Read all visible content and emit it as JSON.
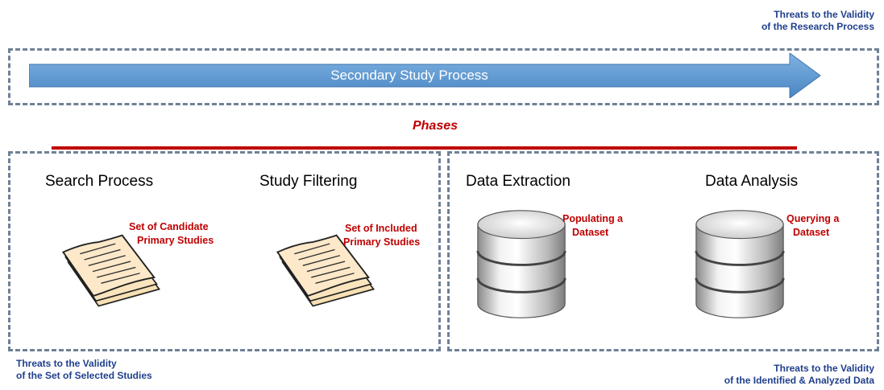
{
  "research_process_threats": {
    "line1": "Threats to the Validity",
    "line2": "of  the Research Process"
  },
  "process_arrow": {
    "label": "Secondary Study Process",
    "color": "#5b9bd5"
  },
  "phases": {
    "label": "Phases",
    "line_color": "#c00000"
  },
  "left_group": {
    "phases": [
      {
        "title": "Search Process",
        "artifact_line1": "Set of Candidate",
        "artifact_line2": "Primary Studies",
        "icon": "document-stack-icon"
      },
      {
        "title": "Study Filtering",
        "artifact_line1": "Set of Included",
        "artifact_line2": "Primary Studies",
        "icon": "document-stack-icon"
      }
    ],
    "threats": {
      "line1": "Threats to the Validity",
      "line2": "of  the Set of Selected Studies"
    }
  },
  "right_group": {
    "phases": [
      {
        "title": "Data Extraction",
        "artifact_line1": "Populating a",
        "artifact_line2": "Dataset",
        "icon": "database-icon"
      },
      {
        "title": "Data Analysis",
        "artifact_line1": "Querying a",
        "artifact_line2": "Dataset",
        "icon": "database-icon"
      }
    ],
    "threats": {
      "line1": "Threats to the Validity",
      "line2": "of  the Identified & Analyzed Data"
    }
  }
}
